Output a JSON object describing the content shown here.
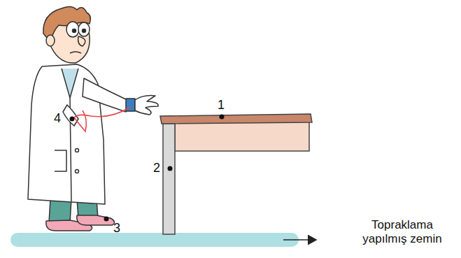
{
  "diagram": {
    "labels": [
      "1",
      "2",
      "3",
      "4",
      "Topraklama yapılmış zemin"
    ]
  }
}
